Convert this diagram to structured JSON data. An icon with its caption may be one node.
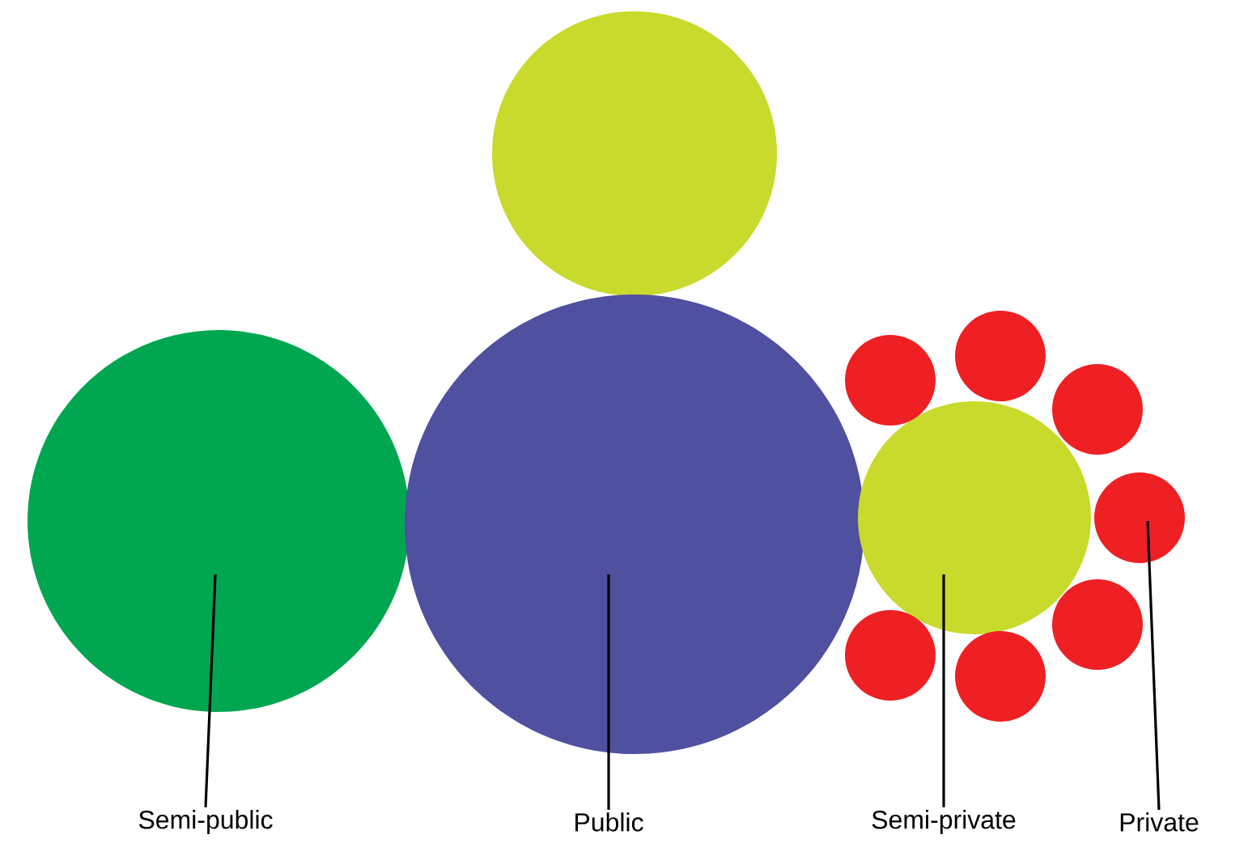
{
  "diagram": {
    "nodes": [
      {
        "text": [],
        "shape": "circle"
      },
      {
        "text": [],
        "shape": "circle"
      },
      {
        "text": [],
        "shape": "circle"
      },
      {
        "text": [],
        "shape": "circle"
      },
      {
        "text": [],
        "shape": "circle"
      },
      {
        "text": [],
        "shape": "circle"
      },
      {
        "text": [],
        "shape": "circle"
      },
      {
        "text": [],
        "shape": "circle"
      },
      {
        "text": [],
        "shape": "circle"
      },
      {
        "text": [],
        "shape": "circle"
      },
      {
        "text": [],
        "shape": "circle"
      },
      {
        "text": [
          "Semi-public"
        ]
      },
      {
        "text": [
          "Public"
        ]
      },
      {
        "text": [
          "Semi-private"
        ]
      },
      {
        "text": [
          "Private"
        ]
      }
    ],
    "edges": [
      {
        "from": 11,
        "to": 1,
        "arrow": "none"
      },
      {
        "from": 12,
        "to": 2,
        "arrow": "none"
      },
      {
        "from": 13,
        "to": 3,
        "arrow": "none"
      },
      {
        "from": 14,
        "to": 7,
        "arrow": "none"
      }
    ]
  }
}
